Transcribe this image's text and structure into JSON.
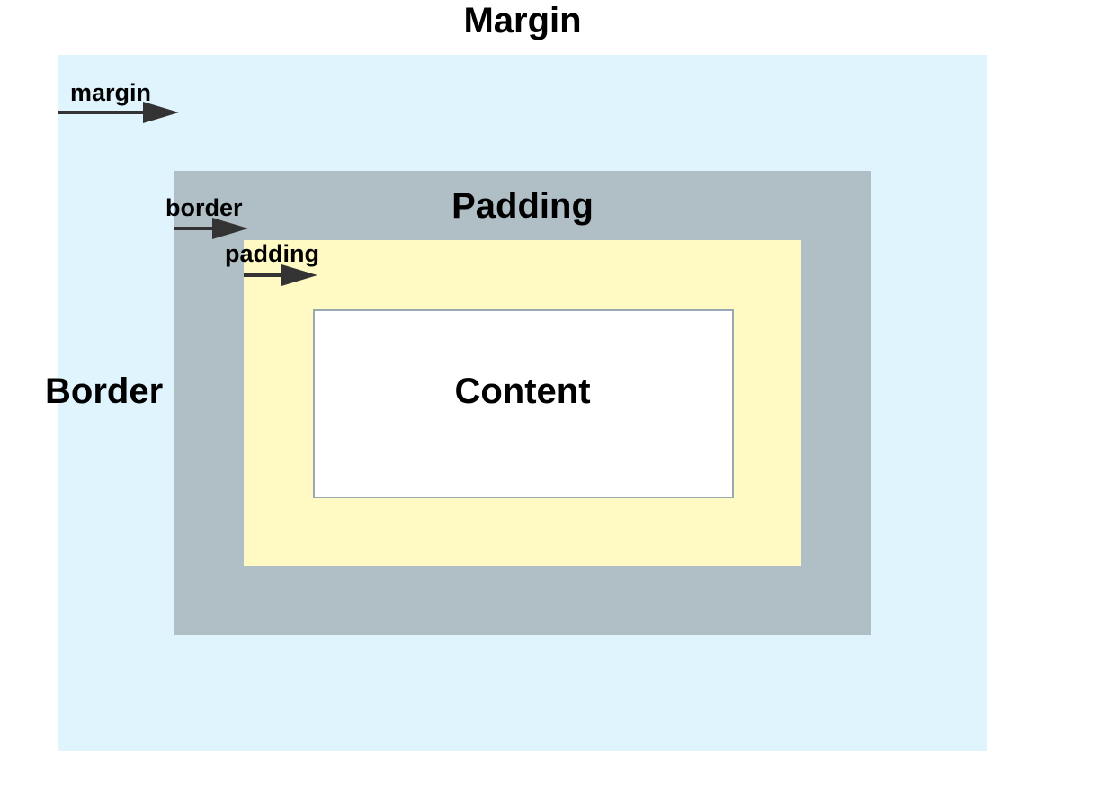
{
  "titles": {
    "margin": "Margin",
    "padding": "Padding",
    "border": "Border",
    "content": "Content"
  },
  "arrow_labels": {
    "margin": "margin",
    "border": "border",
    "padding": "padding"
  },
  "colors": {
    "margin": "#e0f4fe",
    "border": "#b0bec5",
    "padding": "#fff9c4",
    "content": "#ffffff",
    "arrow": "#333333"
  }
}
